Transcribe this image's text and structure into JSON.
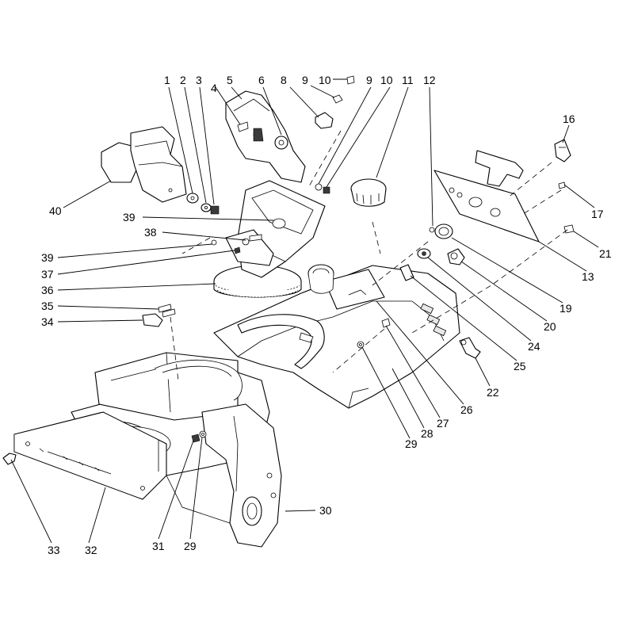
{
  "callouts": [
    {
      "id": "c1",
      "label": "1"
    },
    {
      "id": "c2",
      "label": "2"
    },
    {
      "id": "c3",
      "label": "3"
    },
    {
      "id": "c4",
      "label": "4"
    },
    {
      "id": "c5",
      "label": "5"
    },
    {
      "id": "c6",
      "label": "6"
    },
    {
      "id": "c8",
      "label": "8"
    },
    {
      "id": "c9a",
      "label": "9"
    },
    {
      "id": "c10a",
      "label": "10"
    },
    {
      "id": "c9b",
      "label": "9"
    },
    {
      "id": "c10b",
      "label": "10"
    },
    {
      "id": "c11",
      "label": "11"
    },
    {
      "id": "c12",
      "label": "12"
    },
    {
      "id": "c16",
      "label": "16"
    },
    {
      "id": "c17",
      "label": "17"
    },
    {
      "id": "c21",
      "label": "21"
    },
    {
      "id": "c13",
      "label": "13"
    },
    {
      "id": "c19",
      "label": "19"
    },
    {
      "id": "c20",
      "label": "20"
    },
    {
      "id": "c24",
      "label": "24"
    },
    {
      "id": "c25",
      "label": "25"
    },
    {
      "id": "c22",
      "label": "22"
    },
    {
      "id": "c26",
      "label": "26"
    },
    {
      "id": "c27",
      "label": "27"
    },
    {
      "id": "c28",
      "label": "28"
    },
    {
      "id": "c29a",
      "label": "29"
    },
    {
      "id": "c40",
      "label": "40"
    },
    {
      "id": "c39a",
      "label": "39"
    },
    {
      "id": "c38",
      "label": "38"
    },
    {
      "id": "c39b",
      "label": "39"
    },
    {
      "id": "c37",
      "label": "37"
    },
    {
      "id": "c36",
      "label": "36"
    },
    {
      "id": "c35",
      "label": "35"
    },
    {
      "id": "c34",
      "label": "34"
    },
    {
      "id": "c30",
      "label": "30"
    },
    {
      "id": "c33",
      "label": "33"
    },
    {
      "id": "c32",
      "label": "32"
    },
    {
      "id": "c31",
      "label": "31"
    },
    {
      "id": "c29b",
      "label": "29"
    }
  ]
}
